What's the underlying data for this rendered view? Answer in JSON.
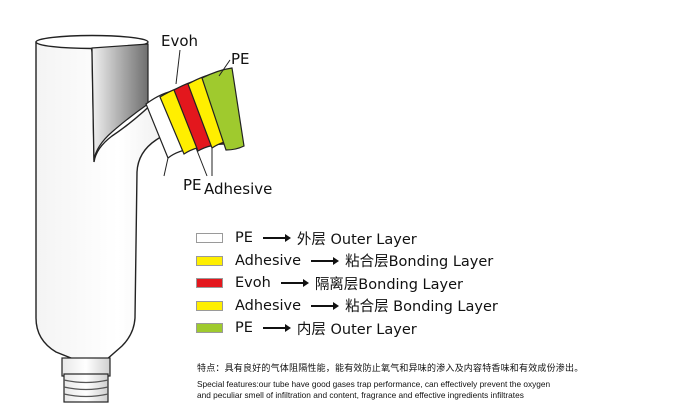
{
  "callouts": {
    "evoh": "Evoh",
    "pe_top": "PE",
    "pe_inner": "PE",
    "adhesive": "Adhesive"
  },
  "legend": [
    {
      "layer": "PE",
      "meaning": "外层 Outer Layer",
      "color": "#ffffff"
    },
    {
      "layer": "Adhesive",
      "meaning": "粘合层Bonding Layer",
      "color": "#ffef00"
    },
    {
      "layer": "Evoh",
      "meaning": "隔离层Bonding Layer",
      "color": "#e3171d"
    },
    {
      "layer": "Adhesive",
      "meaning": "粘合层 Bonding Layer",
      "color": "#ffef00"
    },
    {
      "layer": "PE",
      "meaning": "内层 Outer Layer",
      "color": "#9fca2e"
    }
  ],
  "features": {
    "chinese": "特点：具有良好的气体阻隔性能，能有效防止氧气和异味的渗入及内容特香味和有效成份渗出。",
    "english_line1": "Special features:our tube have good gases trap performance, can effectively prevent the oxygen",
    "english_line2": "and peculiar smell of infiltration and content, fragrance and effective ingredients infiltrates"
  },
  "colors": {
    "pe_outer": "#ffffff",
    "adhesive": "#ffef00",
    "evoh": "#e3171d",
    "pe_inner": "#9fca2e",
    "tube_shadow": "#8c8c8c"
  }
}
